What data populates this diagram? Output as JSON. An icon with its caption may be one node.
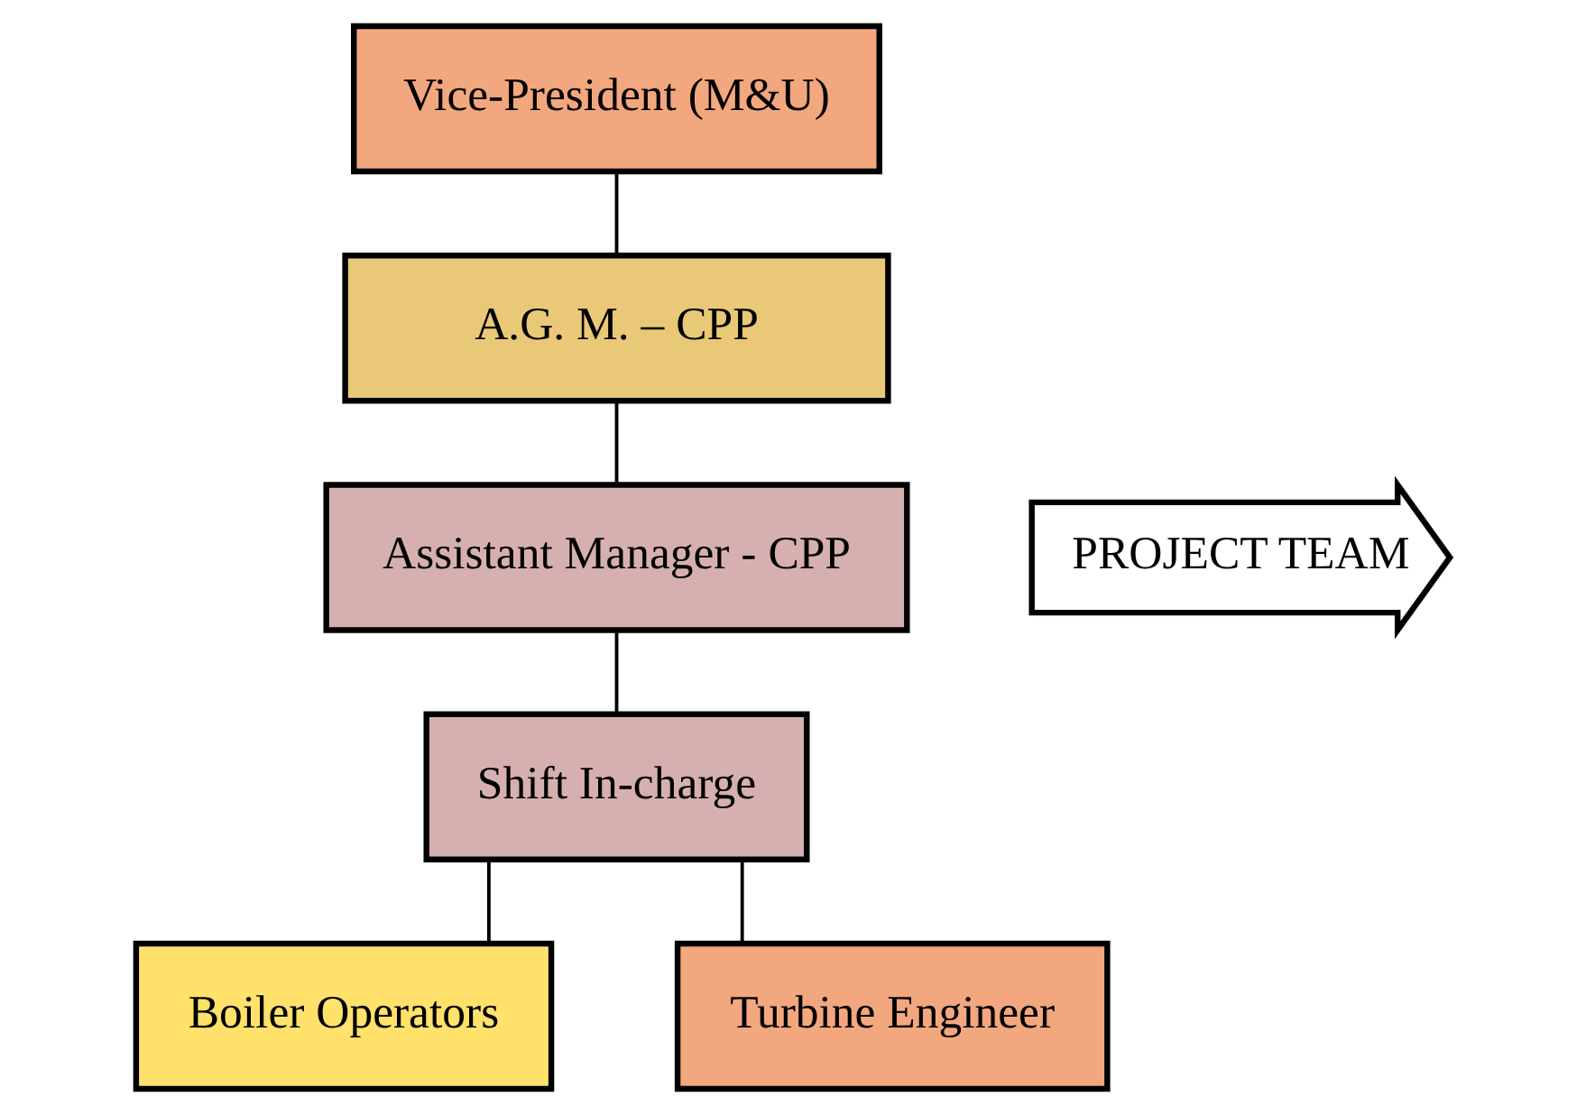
{
  "diagram": {
    "nodes": [
      {
        "text": [
          "Vice-President (M&U)"
        ]
      },
      {
        "text": [
          "A.G. M. – CPP"
        ]
      },
      {
        "text": [
          "Assistant Manager - CPP"
        ]
      },
      {
        "text": [
          "Shift In-charge"
        ]
      },
      {
        "text": [
          "Boiler Operators"
        ]
      },
      {
        "text": [
          "Turbine Engineer"
        ]
      },
      {
        "text": [
          "PROJECT TEAM"
        ]
      }
    ],
    "edges": [
      {
        "from": 0,
        "to": 1,
        "arrow": "none"
      },
      {
        "from": 1,
        "to": 2,
        "arrow": "none"
      },
      {
        "from": 2,
        "to": 3,
        "arrow": "none"
      },
      {
        "from": 3,
        "to": 4,
        "arrow": "none"
      },
      {
        "from": 3,
        "to": 5,
        "arrow": "none"
      }
    ]
  }
}
